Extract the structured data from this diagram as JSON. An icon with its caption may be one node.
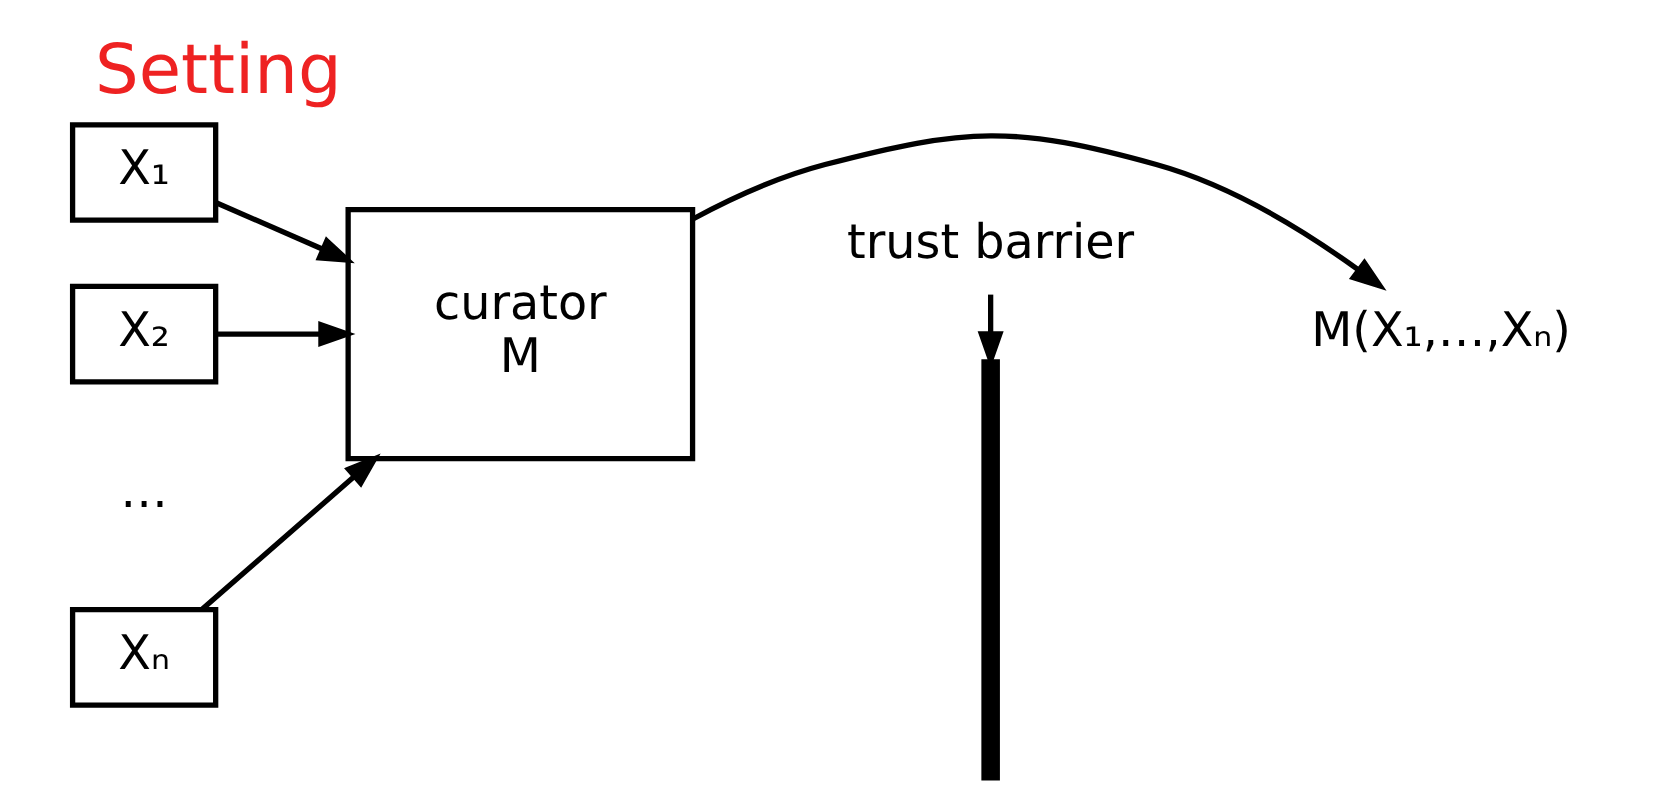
{
  "diagram": {
    "title": "Setting",
    "nodes": [
      {
        "text": [
          "X₁"
        ]
      },
      {
        "text": [
          "X₂"
        ]
      },
      {
        "text": [
          "Xₙ"
        ]
      },
      {
        "text": [
          "curator",
          "M"
        ]
      },
      {
        "text": [],
        "shape": "bar"
      },
      {
        "text": [
          "M(X₁,…,Xₙ)"
        ]
      },
      {
        "text": [
          "trust barrier"
        ]
      }
    ],
    "edges": [
      {
        "from": 0,
        "to": 3,
        "arrow": "to"
      },
      {
        "from": 1,
        "to": 3,
        "arrow": "to"
      },
      {
        "from": 2,
        "to": 3,
        "arrow": "to"
      },
      {
        "from": 3,
        "to": 5,
        "arrow": "to"
      },
      {
        "from": 6,
        "to": 4,
        "arrow": "to"
      }
    ],
    "labels": [
      "…"
    ]
  }
}
